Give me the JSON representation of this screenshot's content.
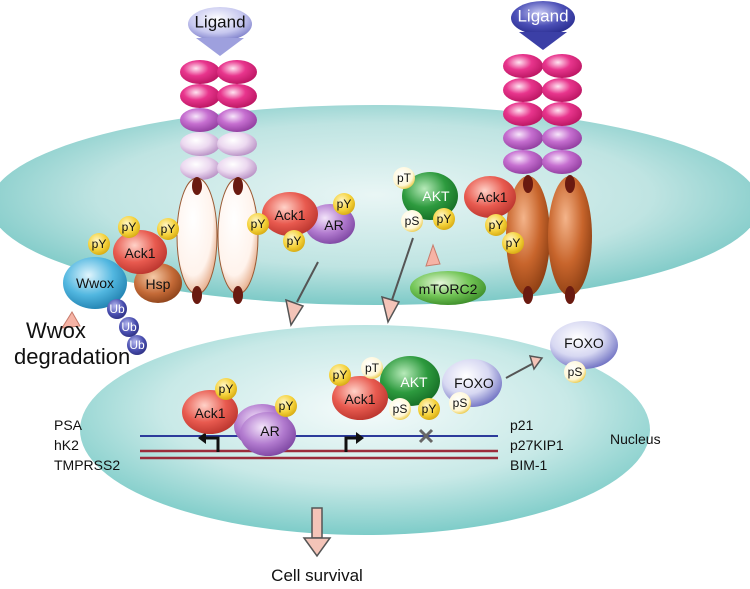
{
  "ligand": "Ligand",
  "proteins": {
    "ack1": "Ack1",
    "ar": "AR",
    "akt": "AKT",
    "hsp": "Hsp",
    "wwox": "Wwox",
    "foxo": "FOXO",
    "mtorc2": "mTORC2",
    "ub": "Ub"
  },
  "phospho": {
    "py": "pY",
    "pt": "pT",
    "ps": "pS"
  },
  "degradation": [
    "Wwox",
    "degradation"
  ],
  "nucleus_label": "Nucleus",
  "genes_left": [
    "PSA",
    "hK2",
    "TMPRSS2"
  ],
  "genes_right": [
    "p21",
    "p27KIP1",
    "BIM-1"
  ],
  "outcome": "Cell survival",
  "colors": {
    "membrane": "#bfe4e2",
    "ack1": "#e85a4f",
    "ar": "#b27bcf",
    "akt": "#2d9a3e",
    "foxo": "#7e80c8",
    "py_badge": "#f5d23a",
    "ub": "#4a4fb0",
    "hsp": "#c46a37",
    "wwox": "#52b7e0",
    "mtorc2": "#72c556",
    "arrow_fill": "#f4c4b8",
    "dna_red": "#9b2c3b",
    "dna_blue": "#2c3b9b"
  }
}
